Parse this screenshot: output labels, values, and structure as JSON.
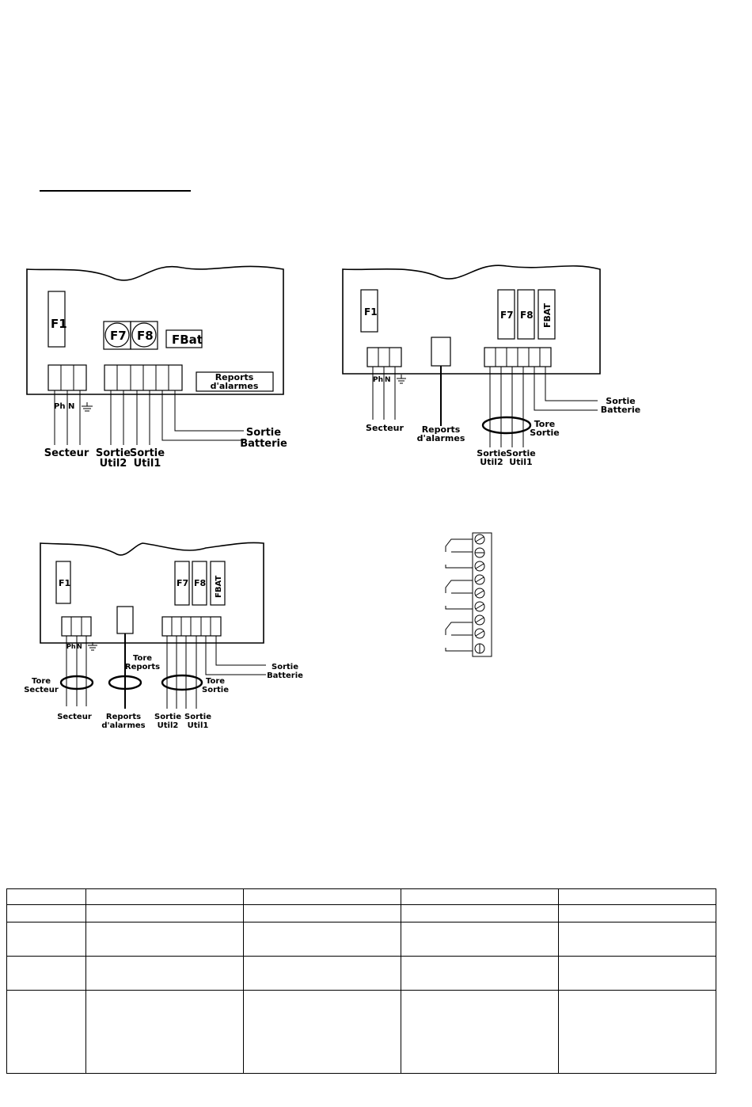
{
  "diagram1": {
    "fuses": {
      "f1": "F1",
      "f7": "F7",
      "f8": "F8",
      "fbat": "FBat"
    },
    "reports_box": [
      "Reports",
      "d'alarmes"
    ],
    "terminal_labels": {
      "ph": "Ph",
      "n": "N"
    },
    "labels": {
      "secteur": "Secteur",
      "sortie_util2": [
        "Sortie",
        "Util2"
      ],
      "sortie_util1": [
        "Sortie",
        "Util1"
      ],
      "sortie_batterie": [
        "Sortie",
        "Batterie"
      ]
    }
  },
  "diagram2": {
    "fuses": {
      "f1": "F1",
      "f7": "F7",
      "f8": "F8",
      "fbat": "FBAT"
    },
    "terminal_labels": {
      "ph": "Ph",
      "n": "N"
    },
    "labels": {
      "secteur": "Secteur",
      "reports": [
        "Reports",
        "d'alarmes"
      ],
      "tore_sortie": [
        "Tore",
        "Sortie"
      ],
      "sortie_util2": [
        "Sortie",
        "Util2"
      ],
      "sortie_util1": [
        "Sortie",
        "Util1"
      ],
      "sortie_batterie": [
        "Sortie",
        "Batterie"
      ]
    }
  },
  "diagram3": {
    "fuses": {
      "f1": "F1",
      "f7": "F7",
      "f8": "F8",
      "fbat": "FBAT"
    },
    "terminal_labels": {
      "ph": "Ph",
      "n": "N"
    },
    "labels": {
      "tore_secteur": [
        "Tore",
        "Secteur"
      ],
      "tore_reports": [
        "Tore",
        "Reports"
      ],
      "tore_sortie": [
        "Tore",
        "Sortie"
      ],
      "secteur": "Secteur",
      "reports": [
        "Reports",
        "d'alarmes"
      ],
      "sortie_util2": [
        "Sortie",
        "Util2"
      ],
      "sortie_util1": [
        "Sortie",
        "Util1"
      ],
      "sortie_batterie": [
        "Sortie",
        "Batterie"
      ]
    }
  },
  "table": {
    "rows": [
      [
        "",
        "",
        "",
        "",
        ""
      ],
      [
        "",
        "",
        "",
        "",
        ""
      ],
      [
        "",
        "",
        "",
        "",
        ""
      ],
      [
        "",
        "",
        "",
        "",
        ""
      ],
      [
        "",
        "",
        "",
        "",
        ""
      ]
    ]
  }
}
